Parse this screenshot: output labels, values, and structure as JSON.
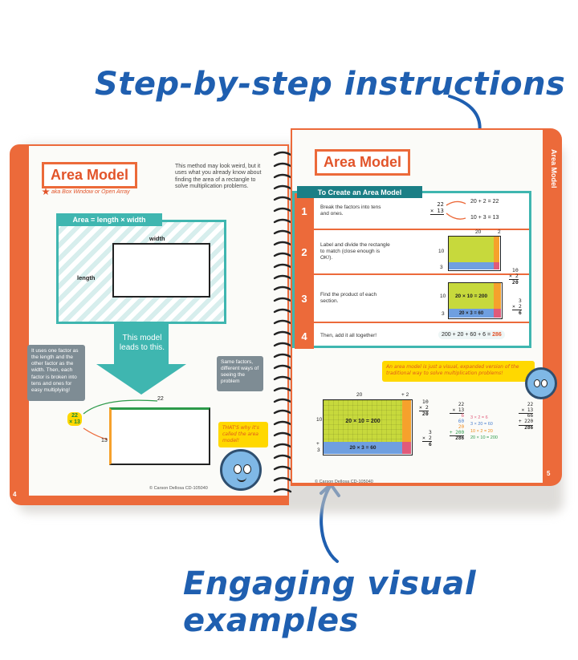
{
  "callouts": {
    "top": "Step-by-step instructions",
    "bottom": "Engaging visual examples"
  },
  "left_page": {
    "title": "Area Model",
    "aka": "aka Box Window or Open Array",
    "intro": "This method may look weird, but it uses what you already know about finding the area of a rectangle to solve multiplication problems.",
    "formula_banner": "Area = length × width",
    "width_label": "width",
    "length_label": "length",
    "funnel_text": "This model leads to this.",
    "grey_left": "It uses one factor as the length and the other factor as the width. Then, each factor is broken into tens and ones for easy multiplying!",
    "grey_right": "Same factors, different ways of seeing the problem",
    "factor_top": "22",
    "factor_bottom": "× 13",
    "dim_top": "22",
    "dim_side": "13",
    "thats_why": "THAT'S why it's called the area model!",
    "footer": "© Carson Dellosa CD-105040",
    "page_number": "4"
  },
  "right_page": {
    "title": "Area Model",
    "side_tab": "Area Model",
    "steps_banner": "To Create an Area Model",
    "steps": [
      {
        "num": "1",
        "text": "Break the factors into tens and ones."
      },
      {
        "num": "2",
        "text": "Label and divide the rectangle to match (close enough is OK!)."
      },
      {
        "num": "3",
        "text": "Find the product of each section."
      },
      {
        "num": "4",
        "text": "Then, add it all together!"
      }
    ],
    "step1_top": "22",
    "step1_bottom": "× 13",
    "step1_eq1": "20 + 2 = 22",
    "step1_eq2": "10 + 3 = 13",
    "step2_labels": {
      "top_20": "20",
      "top_2": "2",
      "side_10": "10",
      "side_3": "3"
    },
    "step3_big": "20 × 10 = 200",
    "step3_small": "20 × 3 = 60",
    "step3_side": {
      "s10": "10",
      "s3": "3"
    },
    "step3_calc": {
      "a_top": "10",
      "a_mult": "× 2",
      "a_res": "20",
      "b_top": "3",
      "b_mult": "× 2",
      "b_res": "6"
    },
    "step4_sum": "200 + 20 + 60 + 6 = ",
    "step4_total": "286",
    "yellow_note": "An area model is just a visual, expanded version of the traditional way to solve multiplication problems!",
    "example": {
      "top_20": "20",
      "top_2": "+ 2",
      "side_10": "10",
      "side_plus": "+",
      "side_3": "3",
      "big": "20 × 10 = 200",
      "small": "20 × 3 = 60",
      "calc_a": [
        "10",
        "× 2",
        "20"
      ],
      "calc_b": [
        "3",
        "× 2",
        "6"
      ]
    },
    "vertical_left": [
      "22",
      "× 13",
      "6",
      "60",
      "20",
      "+ 200",
      "286"
    ],
    "vertical_mid": [
      "3 × 2 = 6",
      "3 × 20 = 60",
      "10 × 2 = 20",
      "20 × 10 = 200"
    ],
    "vertical_right": [
      "22",
      "× 13",
      "66",
      "+ 220",
      "286"
    ],
    "footer": "© Carson Dellosa CD-105040",
    "page_number": "5"
  },
  "colors": {
    "orange": "#ec6a3a",
    "teal": "#3fb6b0",
    "callout_blue": "#1f5fb0",
    "yellow": "#ffd800"
  }
}
